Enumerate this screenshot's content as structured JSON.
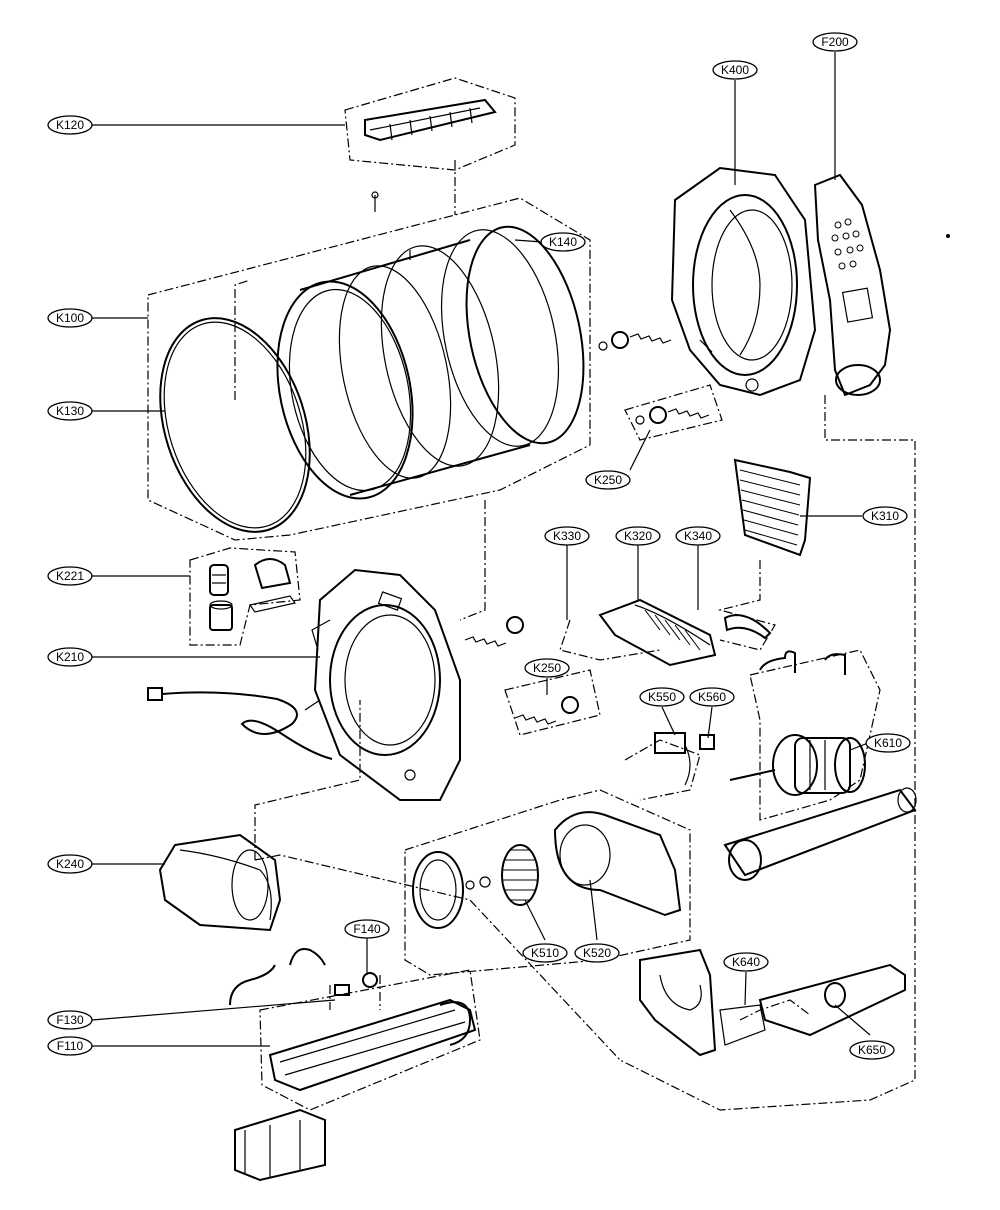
{
  "labels": {
    "k120": "K120",
    "k100": "K100",
    "k130": "K130",
    "k140": "K140",
    "k400": "K400",
    "f200": "F200",
    "k250a": "K250",
    "k250b": "K250",
    "k310": "K310",
    "k330": "K330",
    "k320": "K320",
    "k340": "K340",
    "k221": "K221",
    "k210": "K210",
    "k550": "K550",
    "k560": "K560",
    "k610": "K610",
    "k240": "K240",
    "k510": "K510",
    "k520": "K520",
    "f140": "F140",
    "k640": "K640",
    "f130": "F130",
    "f110": "F110",
    "k650": "K650"
  }
}
